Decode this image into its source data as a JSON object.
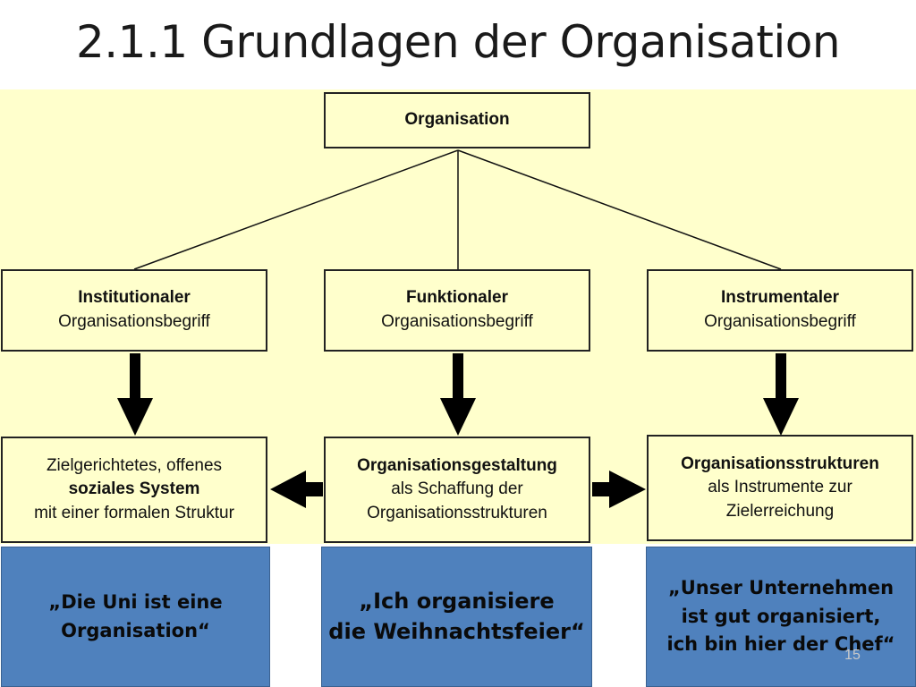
{
  "title": "2.1.1 Grundlagen der Organisation",
  "diagram": {
    "root": "Organisation",
    "concepts": [
      {
        "title": "Institutionaler",
        "subtitle": "Organisationsbegriff"
      },
      {
        "title": "Funktionaler",
        "subtitle": "Organisationsbegriff"
      },
      {
        "title": "Instrumentaler",
        "subtitle": "Organisationsbegriff"
      }
    ],
    "details": [
      {
        "line1": "Zielgerichtetes, offenes",
        "line2": "soziales System",
        "line3": "mit einer formalen Struktur"
      },
      {
        "line1": "Organisationsgestaltung",
        "line2": "als Schaffung der",
        "line3": "Organisationsstrukturen"
      },
      {
        "line1": "Organisationsstrukturen",
        "line2": "als Instrumente zur",
        "line3": "Zielerreichung"
      }
    ],
    "quotes": [
      {
        "line1": "„Die Uni ist eine",
        "line2": "Organisation“"
      },
      {
        "line1": "„Ich organisiere",
        "line2": "die Weihnachtsfeier“"
      },
      {
        "line1": "„Unser Unternehmen",
        "line2": "ist gut organisiert,",
        "line3": "ich bin hier der Chef“"
      }
    ]
  },
  "colors": {
    "panel": "#ffffcc",
    "quote_box": "#4f81bd",
    "line": "#111111"
  },
  "page_number": "15"
}
